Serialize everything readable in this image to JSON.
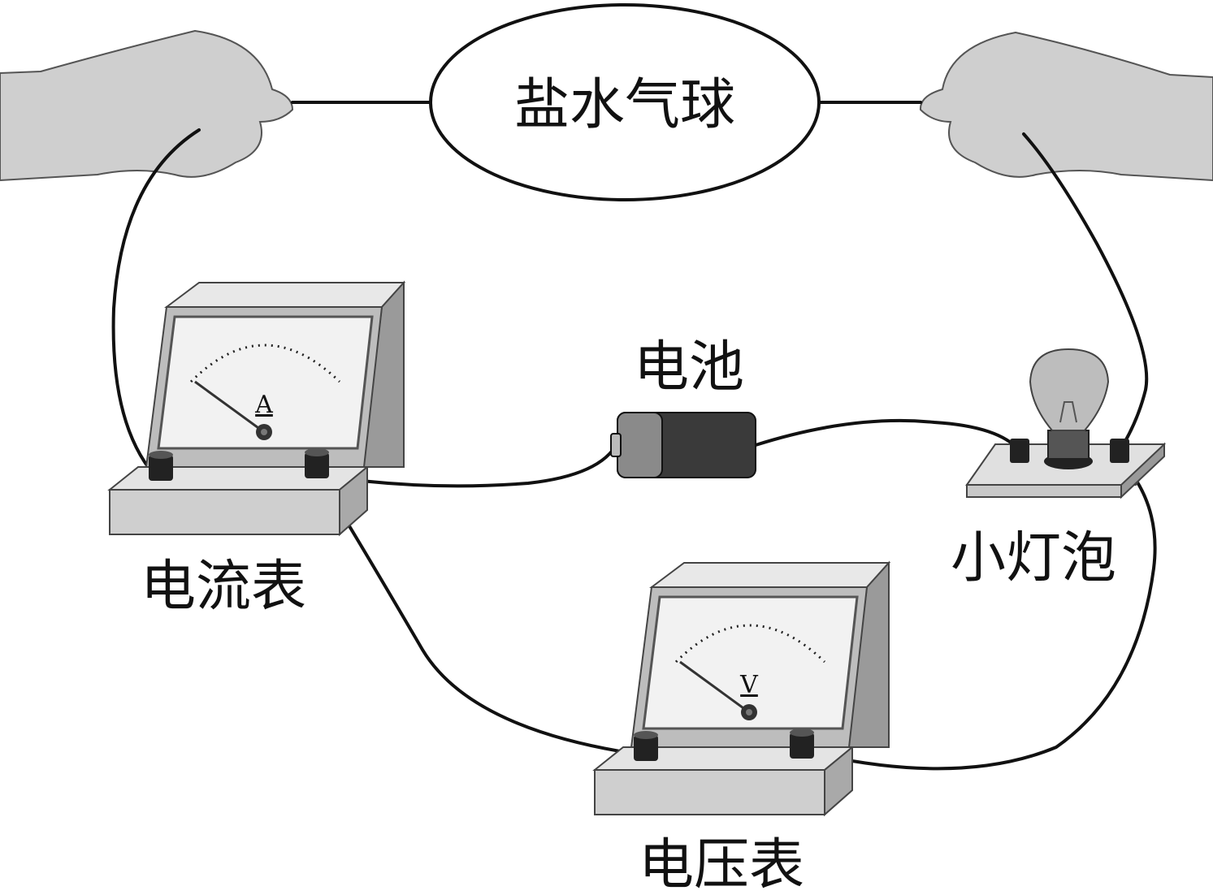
{
  "labels": {
    "balloon": "盐水气球",
    "battery": "电池",
    "ammeter": "电流表",
    "voltmeter": "电压表",
    "bulb": "小灯泡",
    "ammeter_unit": "A",
    "voltmeter_unit": "V"
  },
  "colors": {
    "wire": "#111111",
    "device": "#d6d6d6",
    "hand": "#cfcfcf",
    "battery": "#3a3a3a"
  }
}
